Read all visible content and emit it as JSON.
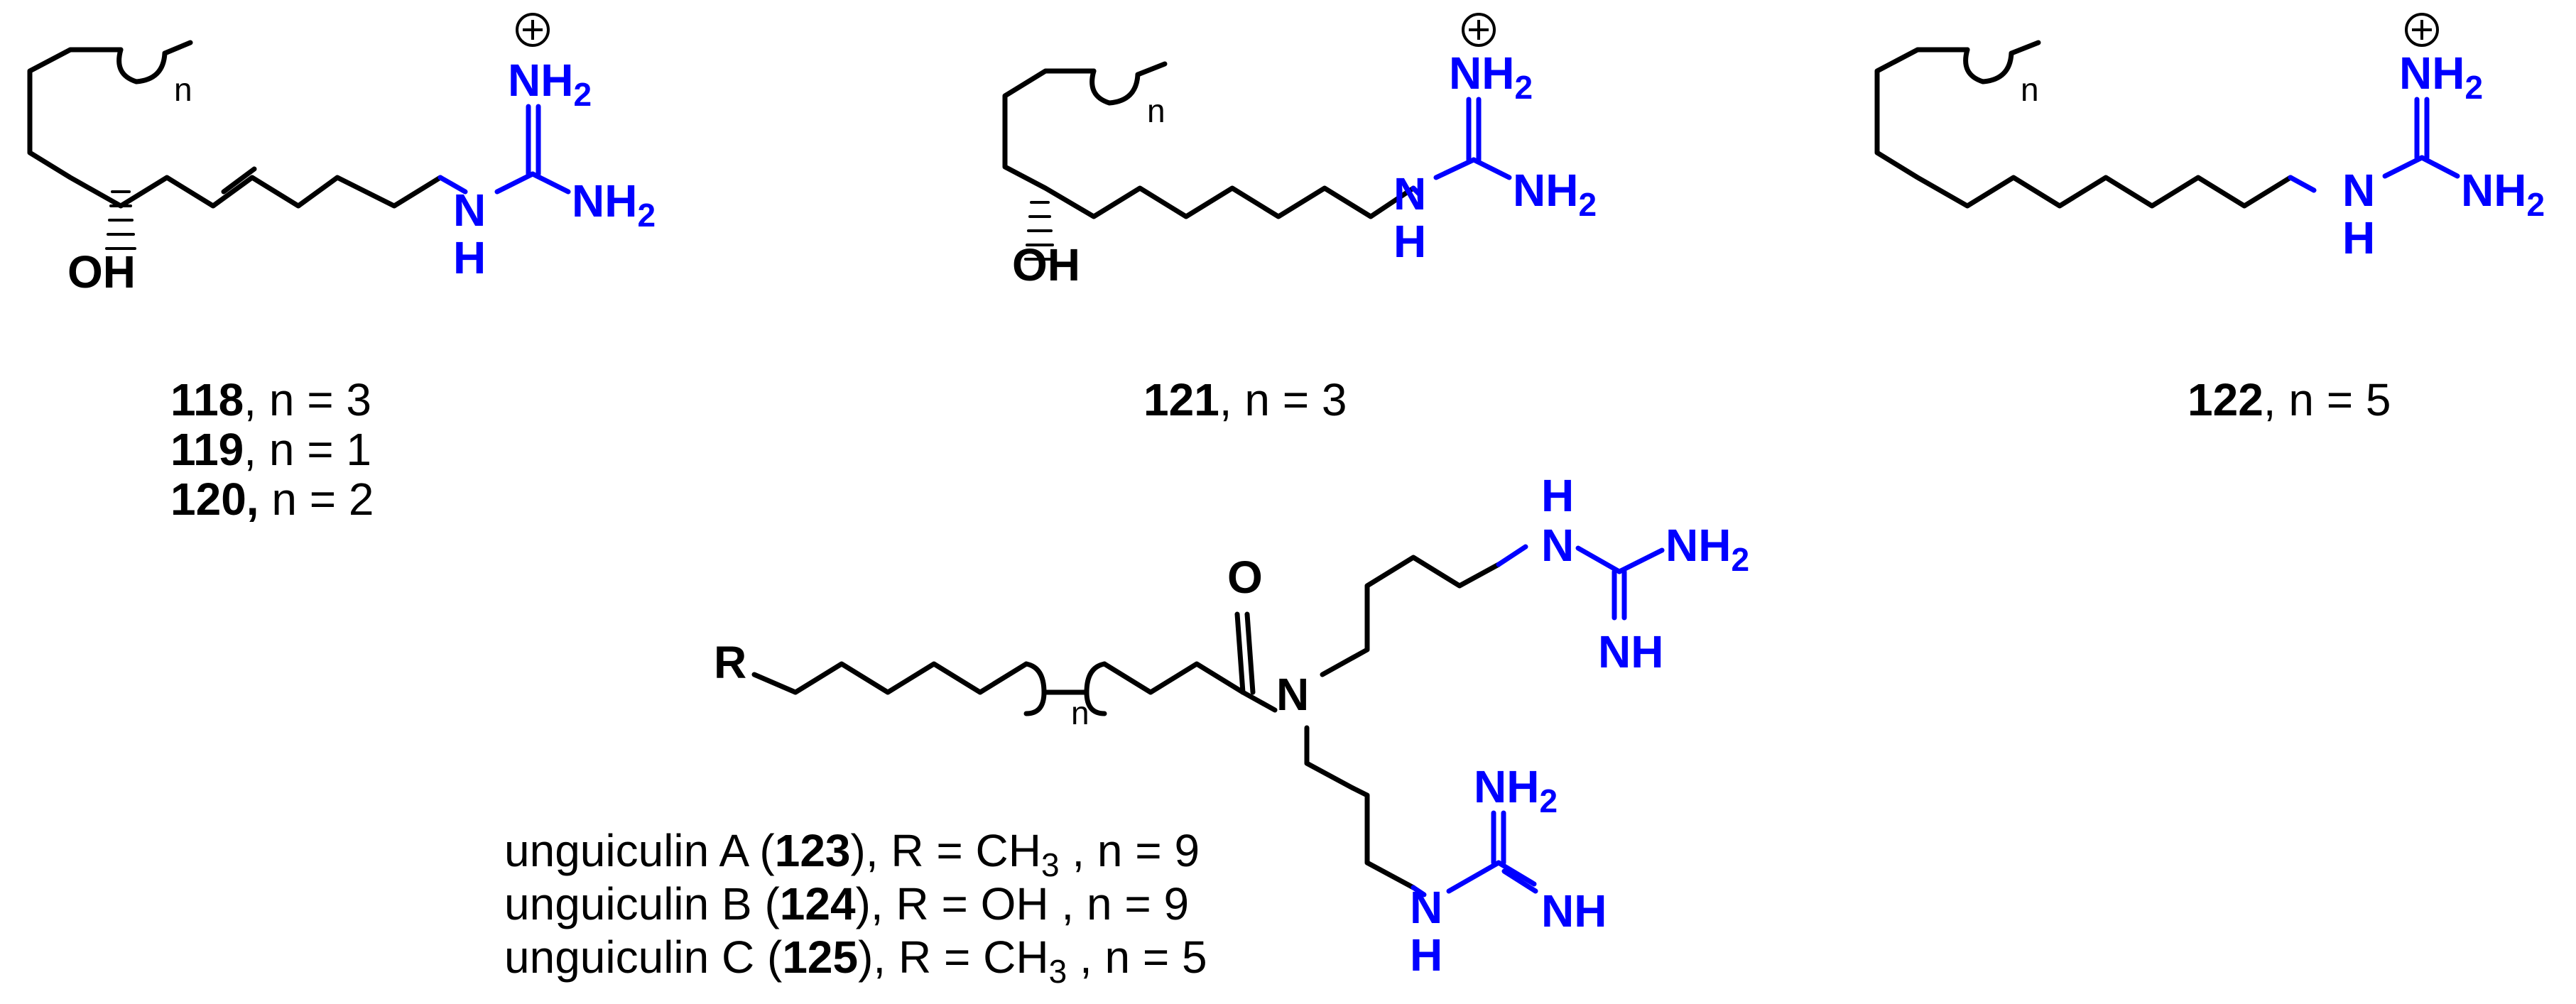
{
  "colors": {
    "nitrogen": "#0000ff",
    "bond": "#000000",
    "background": "#ffffff"
  },
  "atoms": {
    "nh2": "NH",
    "two": "2",
    "nh": "NH",
    "n": "N",
    "h": "H",
    "oh": "OH",
    "o": "O",
    "r": "R",
    "n_repeat": "n"
  },
  "labels": {
    "c118": {
      "num": "118",
      "rest": ",  n = 3"
    },
    "c119": {
      "num": "119",
      "rest": ",  n = 1"
    },
    "c120": {
      "num": "120,",
      "rest": "  n = 2"
    },
    "c121": {
      "num": "121",
      "rest": ", n = 3"
    },
    "c122": {
      "num": "122",
      "rest": ", n = 5"
    },
    "unguiculin_a": {
      "pre": "unguiculin A (",
      "num": "123",
      "mid": "), R = CH",
      "sub": "3",
      "post": " , n = 9"
    },
    "unguiculin_b": {
      "pre": "unguiculin B (",
      "num": "124",
      "mid": "), R = OH , n = 9"
    },
    "unguiculin_c": {
      "pre": "unguiculin C (",
      "num": "125",
      "mid": "), R = CH",
      "sub": "3",
      "post": " , n = 5"
    }
  }
}
